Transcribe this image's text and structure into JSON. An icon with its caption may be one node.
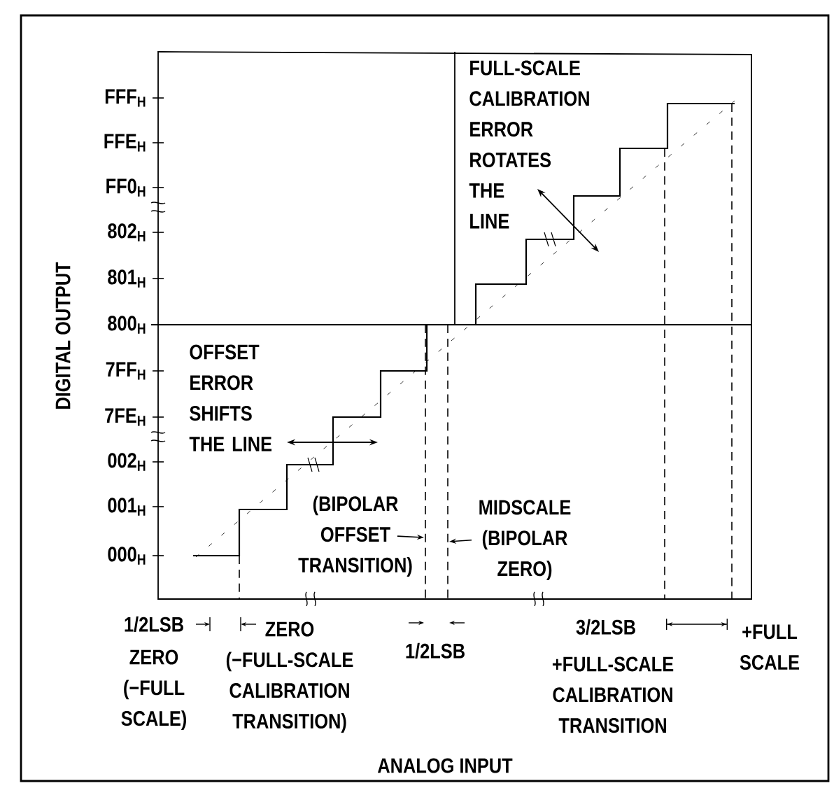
{
  "diagram": {
    "nodes": [
      {
        "text": [
          "(BIPOLAR OFFSET TRANSITION)"
        ]
      },
      {
        "text": [
          "MIDSCALE (BIPOLAR ZERO)"
        ]
      }
    ],
    "edges": [
      {
        "from": 0,
        "to": null,
        "arrow": "to"
      },
      {
        "from": 1,
        "to": null,
        "arrow": "to"
      }
    ],
    "labels": [
      "FULL-SCALE CALIBRATION ERROR ROTATES THE LINE",
      "FFF$_{H}$",
      "FFE$_{H}$",
      "FF0$_{H}$",
      "802$_{H}$",
      "801$_{H}$",
      "800$_{H}$",
      "7FF$_{H}$",
      "7FE$_{H}$",
      "002$_{H}$",
      "001$_{H}$",
      "000$_{H}$",
      "DIGITAL OUTPUT",
      "OFFSET ERROR SHIFTS THE LINE",
      "1/2LSB",
      "1/2LSB",
      "3/2LSB",
      "ZERO (−FULL-SCALE CALIBRATION TRANSITION)",
      "ZERO (−FULL SCALE)",
      "+FULL SCALE",
      "+FULL-SCALE CALIBRATION TRANSITION",
      "ANALOG INPUT"
    ]
  }
}
